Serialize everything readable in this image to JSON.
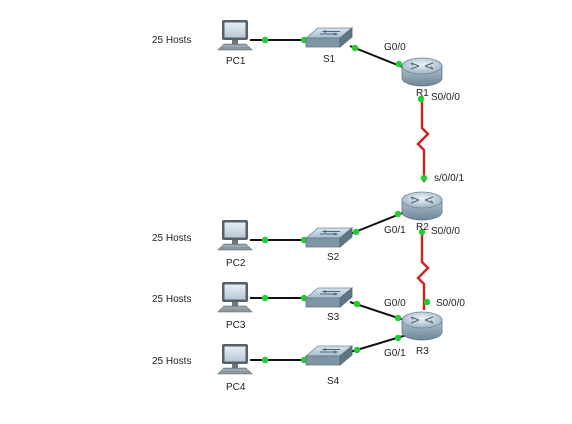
{
  "colors": {
    "ethernet": "#111111",
    "serial": "#cc2222",
    "link_light": "#22cc33"
  },
  "hosts": [
    {
      "pc": "PC1",
      "switch": "S1",
      "host_label": "25 Hosts",
      "port": "G0/0"
    },
    {
      "pc": "PC2",
      "switch": "S2",
      "host_label": "25 Hosts",
      "port": "G0/1"
    },
    {
      "pc": "PC3",
      "switch": "S3",
      "host_label": "25 Hosts",
      "port": "G0/0"
    },
    {
      "pc": "PC4",
      "switch": "S4",
      "host_label": "25 Hosts",
      "port": "G0/1"
    }
  ],
  "routers": [
    {
      "name": "R1"
    },
    {
      "name": "R2"
    },
    {
      "name": "R3"
    }
  ],
  "serial_links": [
    {
      "from_port": "S0/0/0",
      "to_port": "s/0/0/1"
    },
    {
      "from_port": "S0/0/0",
      "to_port": "S0/0/0"
    }
  ],
  "icons": {
    "pc": "pc-icon",
    "switch": "switch-icon",
    "router": "router-icon"
  }
}
